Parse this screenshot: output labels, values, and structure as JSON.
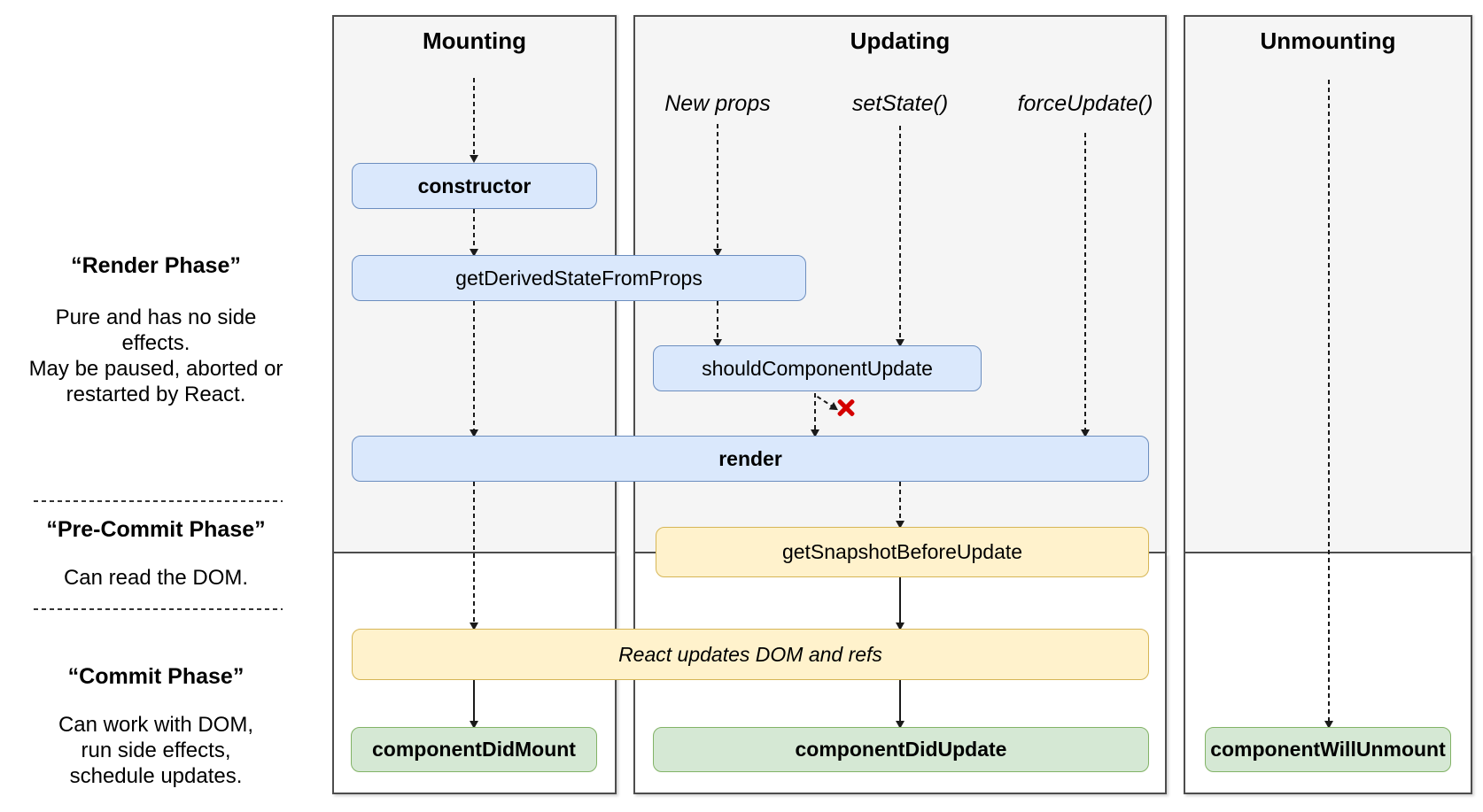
{
  "columns": {
    "mounting": {
      "title": "Mounting"
    },
    "updating": {
      "title": "Updating",
      "triggers": [
        "New props",
        "setState()",
        "forceUpdate()"
      ]
    },
    "unmounting": {
      "title": "Unmounting"
    }
  },
  "phases": {
    "render_phase": {
      "title": "“Render Phase”",
      "lines": [
        "Pure and has no side effects.",
        "May be paused, aborted or",
        "restarted by React."
      ]
    },
    "pre_commit_phase": {
      "title": "“Pre-Commit Phase”",
      "lines": [
        "Can read the DOM."
      ]
    },
    "commit_phase": {
      "title": "“Commit Phase”",
      "lines": [
        "Can work with DOM,",
        "run side effects,",
        "schedule updates."
      ]
    }
  },
  "boxes": {
    "ctor": {
      "label": "constructor"
    },
    "get_derived": {
      "label": "getDerivedStateFromProps"
    },
    "should_update": {
      "label": "shouldComponentUpdate"
    },
    "render": {
      "label": "render"
    },
    "get_snapshot": {
      "label": "getSnapshotBeforeUpdate"
    },
    "react_updates": {
      "label": "React updates DOM and refs"
    },
    "did_mount": {
      "label": "componentDidMount"
    },
    "did_update": {
      "label": "componentDidUpdate"
    },
    "will_unmount": {
      "label": "componentWillUnmount"
    }
  },
  "icons": {
    "reject_x": "red-cross"
  },
  "colors": {
    "lifecycle_box_fill": "#dae8fc",
    "lifecycle_box_border": "#6c8ebf",
    "side_effect_box_fill": "#fff2cc",
    "side_effect_box_border": "#d6b656",
    "commit_box_fill": "#d5e8d4",
    "commit_box_border": "#82b366",
    "panel_fill": "#f5f5f5",
    "reject_x_red": "#d40000"
  }
}
